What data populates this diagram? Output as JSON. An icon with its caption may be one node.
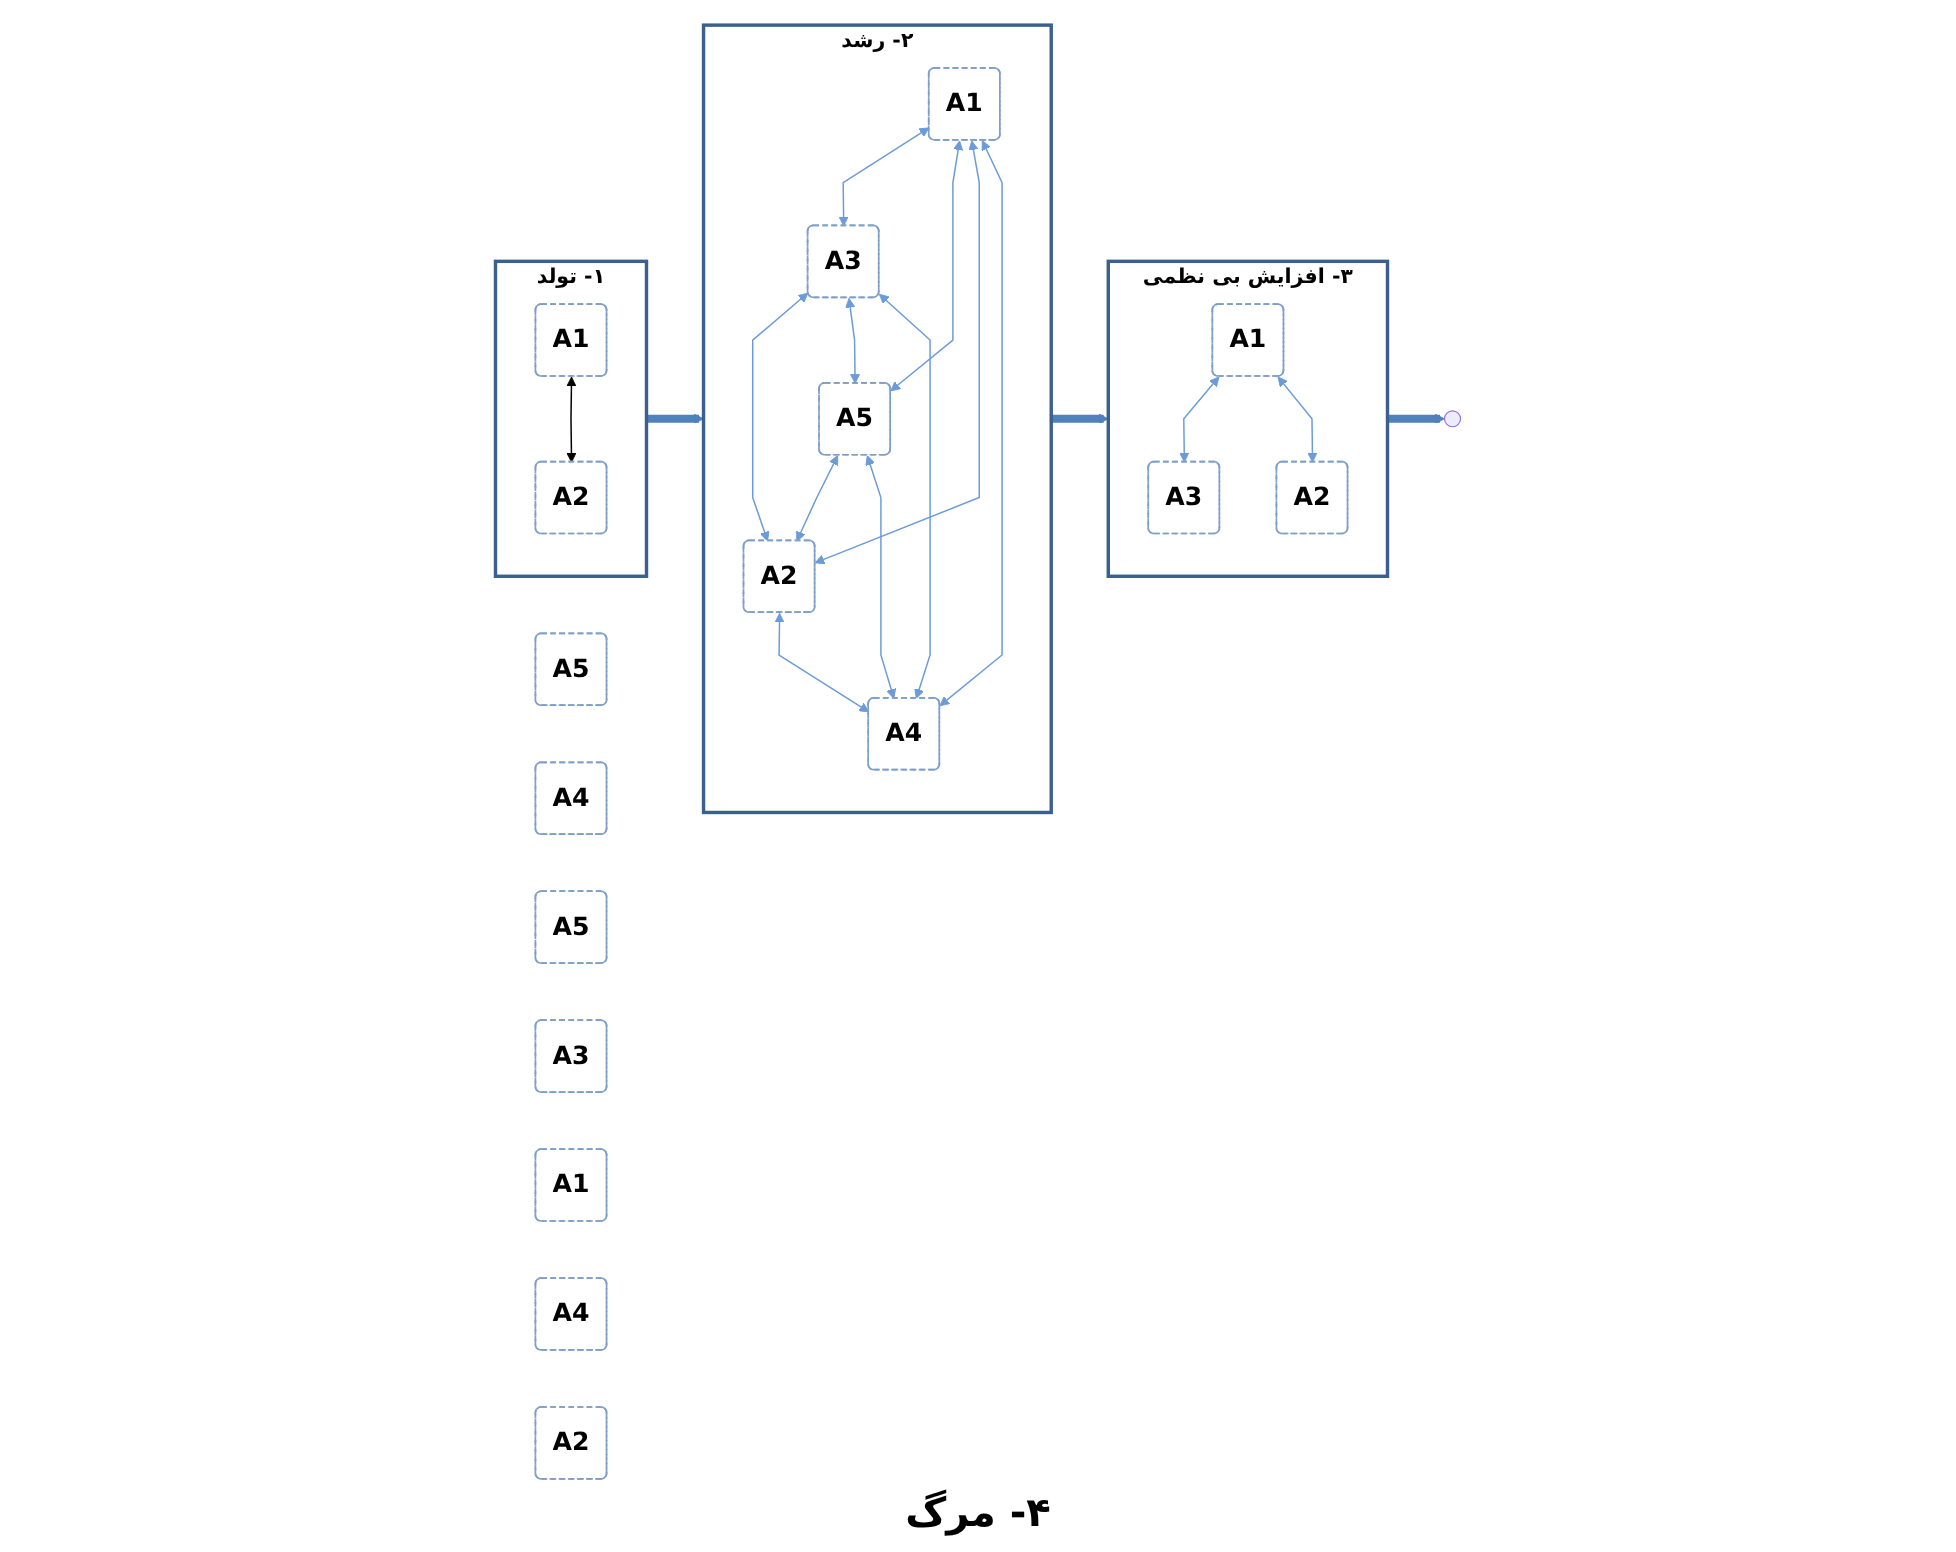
{
  "diagram": {
    "nodes": [
      {
        "text": [
          "۱- تولد"
        ]
      },
      {
        "text": [
          "A1"
        ],
        "in": 0
      },
      {
        "text": [
          "A2"
        ],
        "in": 0
      },
      {
        "text": [
          "۲- رشد"
        ]
      },
      {
        "text": [
          "A3"
        ],
        "in": 3
      },
      {
        "text": [
          "A1"
        ],
        "in": 3
      },
      {
        "text": [
          "A5"
        ],
        "in": 3
      },
      {
        "text": [
          "A2"
        ],
        "in": 3
      },
      {
        "text": [
          "A4"
        ],
        "in": 3
      },
      {
        "text": [
          "۳- افزایش بی نظمی"
        ]
      },
      {
        "text": [
          "A1"
        ],
        "in": 9
      },
      {
        "text": [
          "A3"
        ],
        "in": 9
      },
      {
        "text": [
          "A2"
        ],
        "in": 9
      },
      {
        "text": [
          "A5"
        ]
      },
      {
        "text": [
          "A4"
        ]
      },
      {
        "text": [
          "A5"
        ]
      },
      {
        "text": [
          "A3"
        ]
      },
      {
        "text": [
          "A1"
        ]
      },
      {
        "text": [
          "A4"
        ]
      },
      {
        "text": [
          "A2"
        ]
      }
    ],
    "edges": [
      {
        "from": 1,
        "to": 2,
        "arrow": "both",
        "color": "#000000"
      },
      {
        "from": 0,
        "to": 3,
        "arrow": "to",
        "style": "thick",
        "color": "#4f81bd"
      },
      {
        "from": 3,
        "to": 9,
        "arrow": "to",
        "style": "thick",
        "color": "#4f81bd"
      },
      {
        "from": 9,
        "to": null,
        "arrow": "to",
        "style": "thick",
        "color": "#4f81bd"
      },
      {
        "from": 5,
        "to": 4,
        "arrow": "both"
      },
      {
        "from": 5,
        "to": 6,
        "arrow": "both"
      },
      {
        "from": 5,
        "to": 7,
        "arrow": "both"
      },
      {
        "from": 5,
        "to": 8,
        "arrow": "both"
      },
      {
        "from": 4,
        "to": 7,
        "arrow": "both"
      },
      {
        "from": 4,
        "to": 6,
        "arrow": "both"
      },
      {
        "from": 4,
        "to": 8,
        "arrow": "both"
      },
      {
        "from": 6,
        "to": 7,
        "arrow": "both"
      },
      {
        "from": 6,
        "to": 8,
        "arrow": "both"
      },
      {
        "from": 7,
        "to": 8,
        "arrow": "both"
      },
      {
        "from": 10,
        "to": 11,
        "arrow": "both"
      },
      {
        "from": 10,
        "to": 12,
        "arrow": "both"
      }
    ],
    "labels": [
      "۴- مرگ"
    ]
  }
}
